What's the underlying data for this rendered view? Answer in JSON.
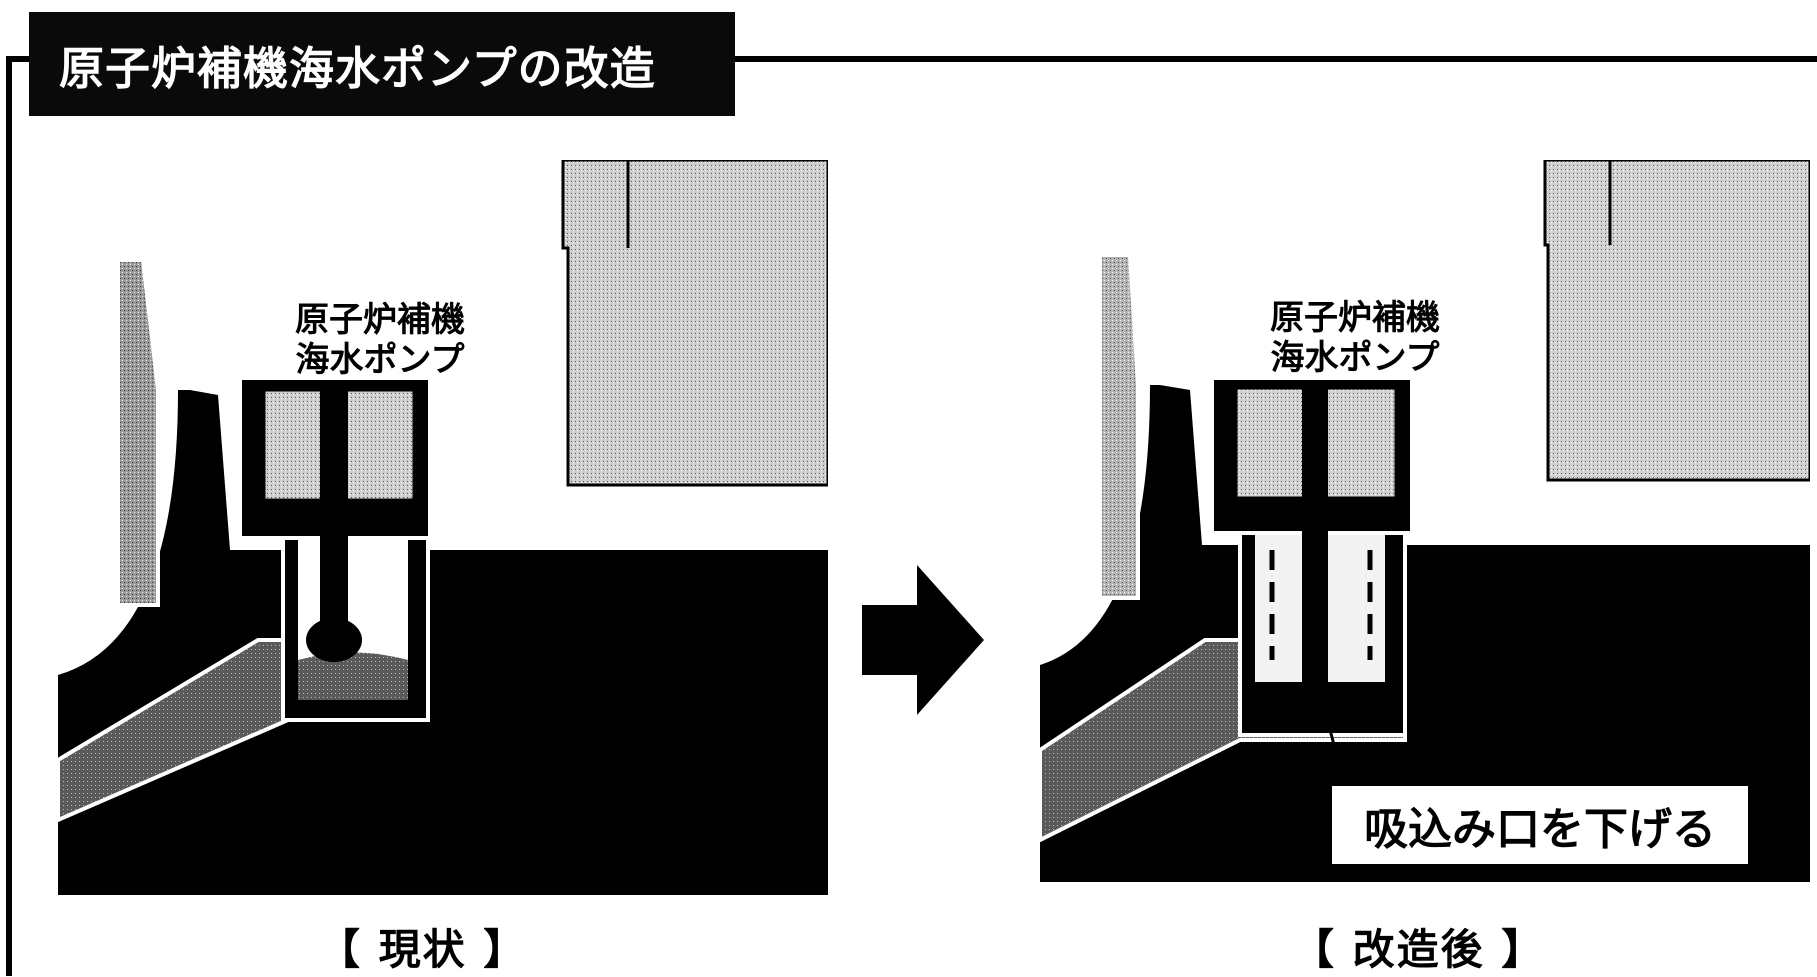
{
  "title": "原子炉補機海水ポンプの改造",
  "panels": {
    "before": {
      "pump_label": "原子炉補機\n海水ポンプ",
      "caption": "【 現状 】"
    },
    "after": {
      "pump_label": "原子炉補機\n海水ポンプ",
      "caption": "【 改造後 】",
      "callout": "吸込み口を下げる"
    }
  },
  "colors": {
    "water": "#000000",
    "concrete": "#bdbdbd",
    "background": "#ffffff"
  },
  "icons": {
    "transition_arrow": "right-arrow-icon"
  }
}
